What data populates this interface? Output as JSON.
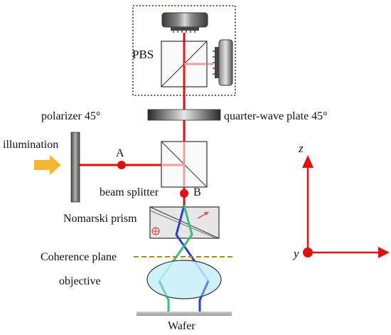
{
  "labels": {
    "pbs": "PBS",
    "polarizer": "polarizer 45°",
    "quarter_wave": "quarter-wave plate 45°",
    "illumination": "illumination",
    "point_a": "A",
    "beam_splitter": "beam splitter",
    "point_b": "B",
    "nomarski": "Nomarski prism",
    "coherence": "Coherence plane",
    "objective": "objective",
    "wafer": "Wafer"
  },
  "axes": {
    "z": "z",
    "y": "y"
  },
  "colors": {
    "beam": "#e01010",
    "beam_reflected": "#f0a0a0",
    "ray_blue": "#2b3fd1",
    "ray_green": "#3dbf7a",
    "lens_fill": "#c7eef8",
    "dotted_box": "#1e2a78",
    "coherence_line": "#b8860b",
    "illumination_arrow": "#f5b631"
  }
}
